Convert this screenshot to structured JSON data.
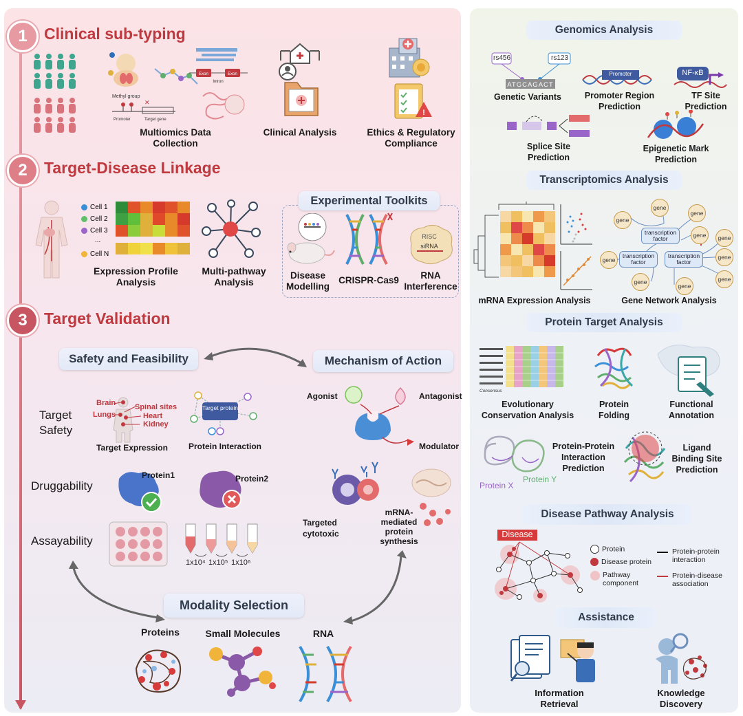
{
  "sections": [
    {
      "number": "1",
      "title": "Clinical sub-typing"
    },
    {
      "number": "2",
      "title": "Target-Disease Linkage"
    },
    {
      "number": "3",
      "title": "Target Validation"
    }
  ],
  "clinical": {
    "multiomics": "Multiomics Data Collection",
    "methyl_group": "Methyl group",
    "promoter": "Promoter",
    "target_gene": "Target gene",
    "exon1": "Exon",
    "exon2": "Exon",
    "intron": "Intron",
    "clinical_analysis": "Clinical Analysis",
    "ethics": "Ethics & Regulatory Compliance"
  },
  "linkage": {
    "cells": [
      "Cell 1",
      "Cell 2",
      "Cell 3",
      "...",
      "Cell N"
    ],
    "expression_profile": "Expression Profile Analysis",
    "multi_pathway": "Multi-pathway Analysis",
    "toolkits_title": "Experimental Toolkits",
    "disease_modelling": "Disease Modelling",
    "crispr": "CRISPR-Cas9",
    "risc": "RISC",
    "sirna": "siRNA",
    "rna_interference": "RNA Interference"
  },
  "validation": {
    "safety_feasibility": "Safety and Feasibility",
    "mechanism": "Mechanism of Action",
    "target_safety": "Target Safety",
    "organs": [
      "Brain",
      "Spinal sites",
      "Lungs",
      "Heart",
      "Kidney"
    ],
    "target_expression": "Target Expression",
    "target_protein": "Target protein",
    "protein_interaction": "Protein Interaction",
    "agonist": "Agonist",
    "antagonist": "Antagonist",
    "modulator": "Modulator",
    "druggability": "Druggability",
    "protein1": "Protein1",
    "protein2": "Protein2",
    "assayability": "Assayability",
    "dilutions": [
      "1x10⁴",
      "1x10⁵",
      "1x10⁶"
    ],
    "targeted_cytotoxic": "Targeted cytotoxic",
    "mrna_synthesis": "mRNA-mediated protein synthesis",
    "modality": "Modality Selection",
    "proteins": "Proteins",
    "small_molecules": "Small Molecules",
    "rna": "RNA"
  },
  "right": {
    "genomics": "Genomics Analysis",
    "rs456": "rs456",
    "rs123": "rs123",
    "dna_seq": "ATGCAGACT",
    "genetic_variants": "Genetic Variants",
    "promoter": "Promoter",
    "promoter_region": "Promoter Region Prediction",
    "nfkb": "NF-κB",
    "tf_site": "TF Site Prediction",
    "splice_site": "Splice Site Prediction",
    "epigenetic": "Epigenetic Mark Prediction",
    "transcriptomics": "Transcriptomics Analysis",
    "mrna_expression": "mRNA Expression Analysis",
    "gene": "gene",
    "transcription_factor": "transcription factor",
    "gene_network": "Gene Network Analysis",
    "protein_target": "Protein Target Analysis",
    "consensus": "Consensus",
    "evolutionary": "Evolutionary Conservation Analysis",
    "protein_folding": "Protein Folding",
    "functional_annotation": "Functional Annotation",
    "ppi": "Protein-Protein Interaction Prediction",
    "protein_x": "Protein X",
    "protein_y": "Protein Y",
    "ligand": "Ligand Binding Site Prediction",
    "disease_pathway": "Disease Pathway Analysis",
    "disease": "Disease",
    "legend_protein": "Protein",
    "legend_disease_protein": "Disease protein",
    "legend_pathway": "Pathway component",
    "legend_ppi": "Protein-protein interaction",
    "legend_pd": "Protein-disease association",
    "assistance": "Assistance",
    "info_retrieval": "Information Retrieval",
    "knowledge_discovery": "Knowledge Discovery"
  },
  "colors": {
    "accent_red": "#c0393f",
    "timeline": "#d9737c",
    "pill_bg": "#e3e9f7"
  }
}
